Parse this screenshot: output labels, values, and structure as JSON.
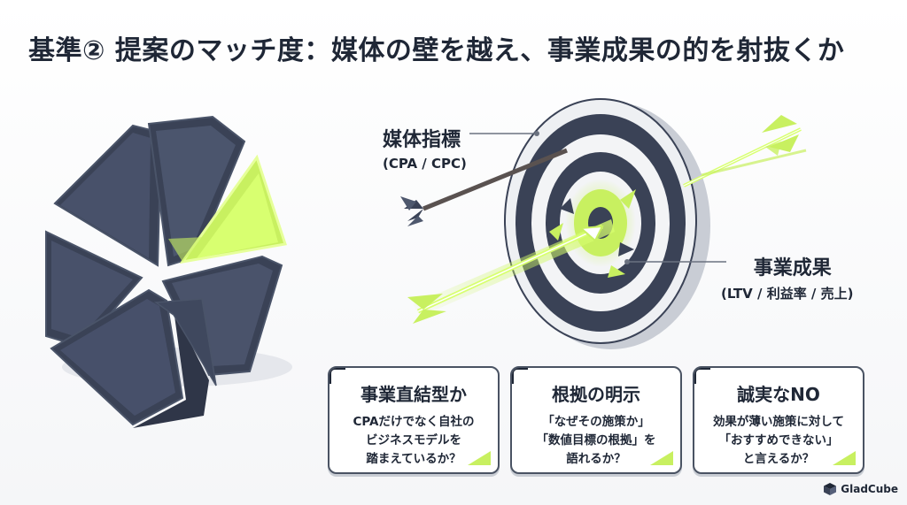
{
  "title": "基準② 提案のマッチ度：媒体の壁を越え、事業成果の的を射抜くか",
  "labels": {
    "media_metric": "媒体指標",
    "media_metric_sub": "(CPA / CPC)",
    "business_result": "事業成果",
    "business_result_sub": "(LTV / 利益率 / 売上)"
  },
  "cards": [
    {
      "heading": "事業直結型か",
      "lines": [
        "CPAだけでなく自社の",
        "ビジネスモデルを",
        "踏まえているか？"
      ]
    },
    {
      "heading": "根拠の明示",
      "lines": [
        "「なぜその施策か」",
        "「数値目標の根拠」を",
        "語れるか？"
      ]
    },
    {
      "heading": "誠実なNO",
      "lines": [
        "効果が薄い施策に対して",
        "「おすすめできない」",
        "と言えるか？"
      ]
    }
  ],
  "logo": {
    "text": "GladCube"
  },
  "colors": {
    "navy": "#3a4256",
    "lime": "#c8f060",
    "ink": "#1f2736"
  }
}
